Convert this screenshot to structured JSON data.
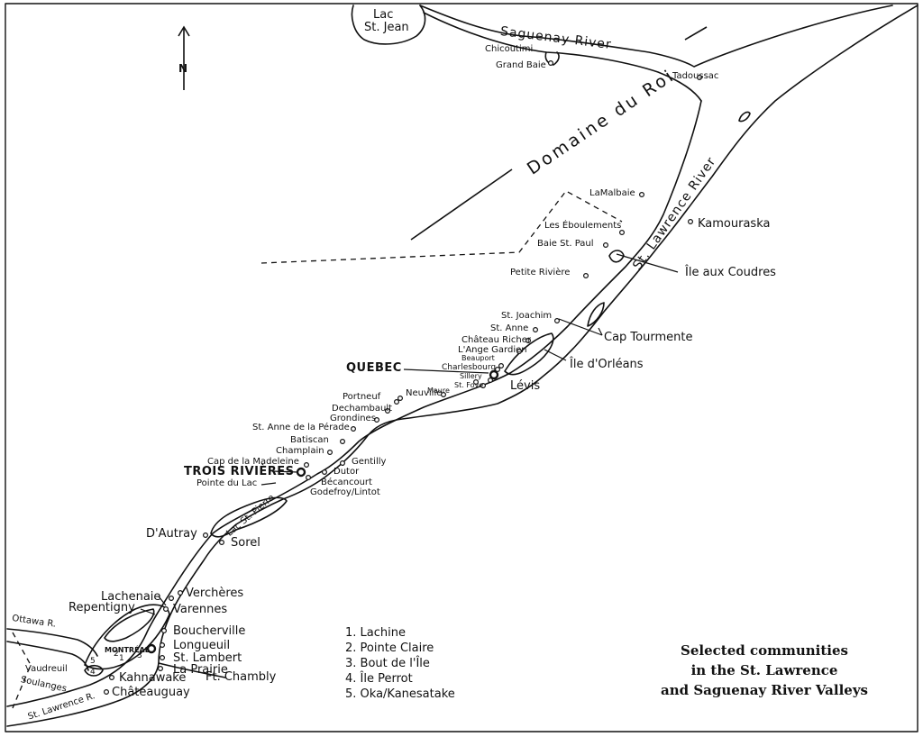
{
  "map": {
    "north_label": "N",
    "regions": {
      "domaine": "Domaine du Roi"
    },
    "water": {
      "lac_st_jean": [
        "Lac",
        "St. Jean"
      ],
      "saguenay": "Saguenay River",
      "st_lawrence": "St. Lawrence River",
      "lac_st_pierre": "Lac St. Pierre",
      "ottawa": "Ottawa R.",
      "st_lawrence_r": "St. Lawrence R."
    },
    "places": {
      "chicoutimi": "Chicoutimi",
      "grand_baie": "Grand Baie",
      "tadoussac": "Tadoussac",
      "lamalbaie": "LaMalbaie",
      "kamouraska": "Kamouraska",
      "eboulements": "Les Éboulements",
      "baie_st_paul": "Baie St. Paul",
      "ile_aux_coudres": "Île aux Coudres",
      "petite_riviere": "Petite Rivière",
      "st_joachim": "St. Joachim",
      "st_anne": "St. Anne",
      "chateau_richer": "Château Richer",
      "ange_gardien": "L'Ange Gardien",
      "beauport": "Beauport",
      "charlesbourg": "Charlesbourg",
      "sillery": "Sillery",
      "st_foye": "St. Foye",
      "cap_tourmente": "Cap Tourmente",
      "ile_orleans": "Île d'Orléans",
      "quebec": "QUEBEC",
      "levis": "Lévis",
      "portneuf": "Portneuf",
      "neuville": "Neuville",
      "maure": "Maure",
      "dechambault": "Dechambault",
      "grondines": "Grondines",
      "st_anne_perade": "St. Anne de la Pérade",
      "batiscan": "Batiscan",
      "champlain": "Champlain",
      "cap_madeleine": "Cap de la Madeleine",
      "trois_rivieres": "TROIS RIVIÈRES",
      "pointe_du_lac": "Pointe du Lac",
      "gentilly": "Gentilly",
      "dutor": "Dutor",
      "becancourt": "Bécancourt",
      "godefroy": "Godefroy/Lintot",
      "dautray": "D'Autray",
      "sorel": "Sorel",
      "lachenaie": "Lachenaie",
      "repentigny": "Repentigny",
      "vercheres": "Verchères",
      "varennes": "Varennes",
      "boucherville": "Boucherville",
      "montreal": "MONTRÉAL",
      "longueuil": "Longueuil",
      "st_lambert": "St. Lambert",
      "la_prairie": "La Prairie",
      "ft_chambly": "Ft. Chambly",
      "kahnawake": "Kahnawake",
      "chateauguay": "Châteauguay",
      "vaudreuil": "Vaudreuil",
      "soulanges": "Soulanges"
    },
    "markers": [
      "1",
      "2",
      "3",
      "4",
      "5"
    ]
  },
  "legend": [
    "1. Lachine",
    "2. Pointe Claire",
    "3. Bout de l'Île",
    "4. Île Perrot",
    "5. Oka/Kanesatake"
  ],
  "caption": [
    "Selected communities",
    "in the St. Lawrence",
    "and Saguenay River Valleys"
  ],
  "colors": {
    "ink": "#111111",
    "paper": "#ffffff"
  }
}
